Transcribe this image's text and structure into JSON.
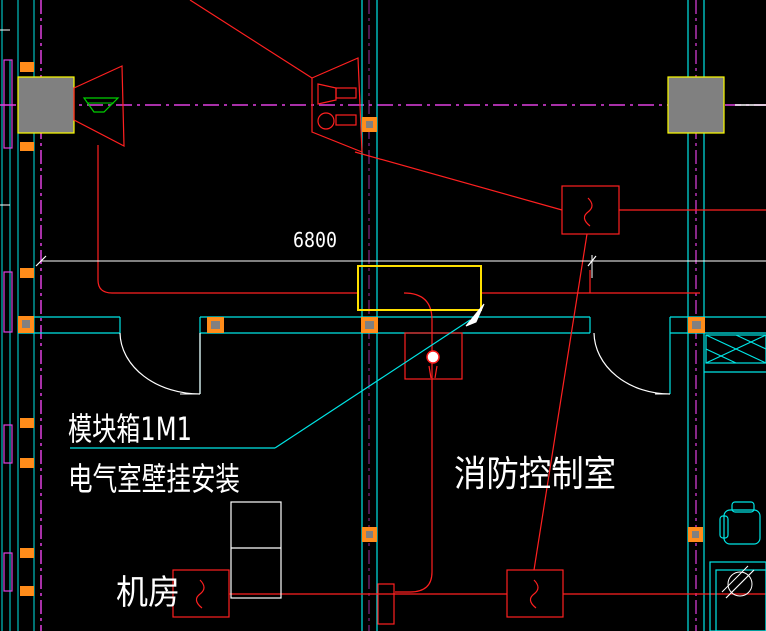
{
  "drawing": {
    "dimension_value": "6800",
    "annotation": {
      "line1": "模块箱1M1",
      "line2": "电气室壁挂安装"
    },
    "room_labels": {
      "fire_control_room": "消防控制室",
      "machine_room": "机房"
    }
  },
  "colors": {
    "background": "#000000",
    "wall": "#00e5e5",
    "wiring": "#ff2020",
    "column_fill": "#808080",
    "column_outline": "#ffff00",
    "grid_axis": "#e040e0",
    "column_marker": "#ff8c1a",
    "highlight_box": "#ffe000",
    "dimension_line": "#ffffff",
    "leader_line": "#00e5e5",
    "device_green": "#00d000"
  },
  "icons": {
    "speaker": "speaker-icon",
    "emergency_phone": "phone-icon",
    "module_box": "module-box-icon",
    "signal_symbol": "signal-box-icon",
    "door_arc": "door-swing-icon",
    "furniture": "chair-icon",
    "equipment": "equipment-icon"
  }
}
